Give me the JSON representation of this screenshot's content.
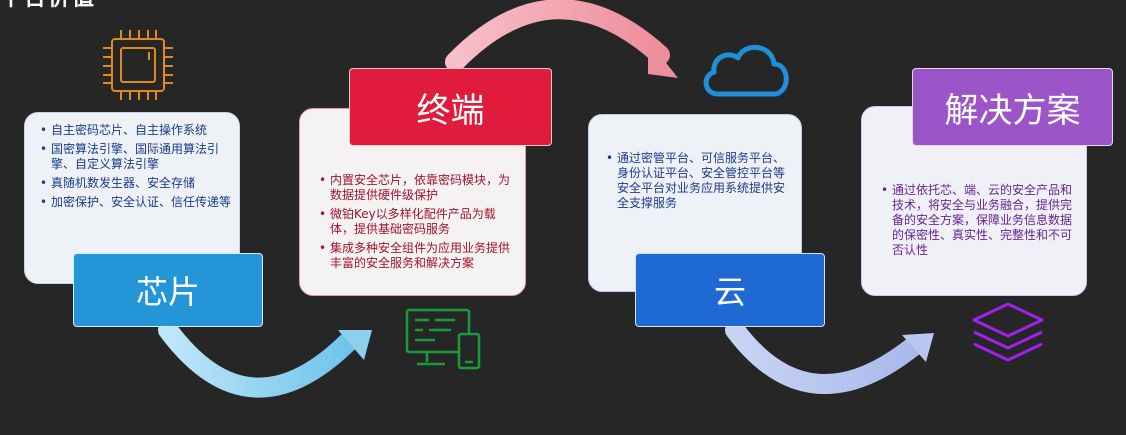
{
  "header": {
    "title": "平台价值"
  },
  "stages": [
    {
      "title": "芯片",
      "accent": "#2496d8",
      "items": [
        "自主密码芯片、自主操作系统",
        "国密算法引擎、国际通用算法引擎、自定义算法引擎",
        "真随机数发生器、安全存储",
        "加密保护、安全认证、信任传递等"
      ]
    },
    {
      "title": "终端",
      "accent": "#e01b3c",
      "items": [
        "内置安全芯片，依靠密码模块，为数据提供硬件级保护",
        "微铂Key以多样化配件产品为载体，提供基础密码服务",
        "集成多种安全组件为应用业务提供丰富的安全服务和解决方案"
      ]
    },
    {
      "title": "云",
      "accent": "#1e69d2",
      "items": [
        "通过密管平台、可信服务平台、身份认证平台、安全管控平台等安全平台对业务应用系统提供安全支撑服务"
      ]
    },
    {
      "title": "解决方案",
      "accent": "#9b55c8",
      "items": [
        "通过依托芯、端、云的安全产品和技术，将安全与业务融合，提供完备的安全方案，保障业务信息数据的保密性、真实性、完整性和不可否认性"
      ]
    }
  ],
  "icons": [
    {
      "name": "chip-icon",
      "color": "#e08a1e"
    },
    {
      "name": "computer-icon",
      "color": "#1a9a3a"
    },
    {
      "name": "cloud-icon",
      "color": "#1e8fd8"
    },
    {
      "name": "layers-icon",
      "color": "#a020f0"
    }
  ],
  "arrows": [
    {
      "name": "arrow-chip-to-terminal",
      "color": "#8dd0ee"
    },
    {
      "name": "arrow-terminal-to-cloud",
      "color": "#f0a0ae"
    },
    {
      "name": "arrow-cloud-to-solution",
      "color": "#b9c6ee"
    }
  ]
}
